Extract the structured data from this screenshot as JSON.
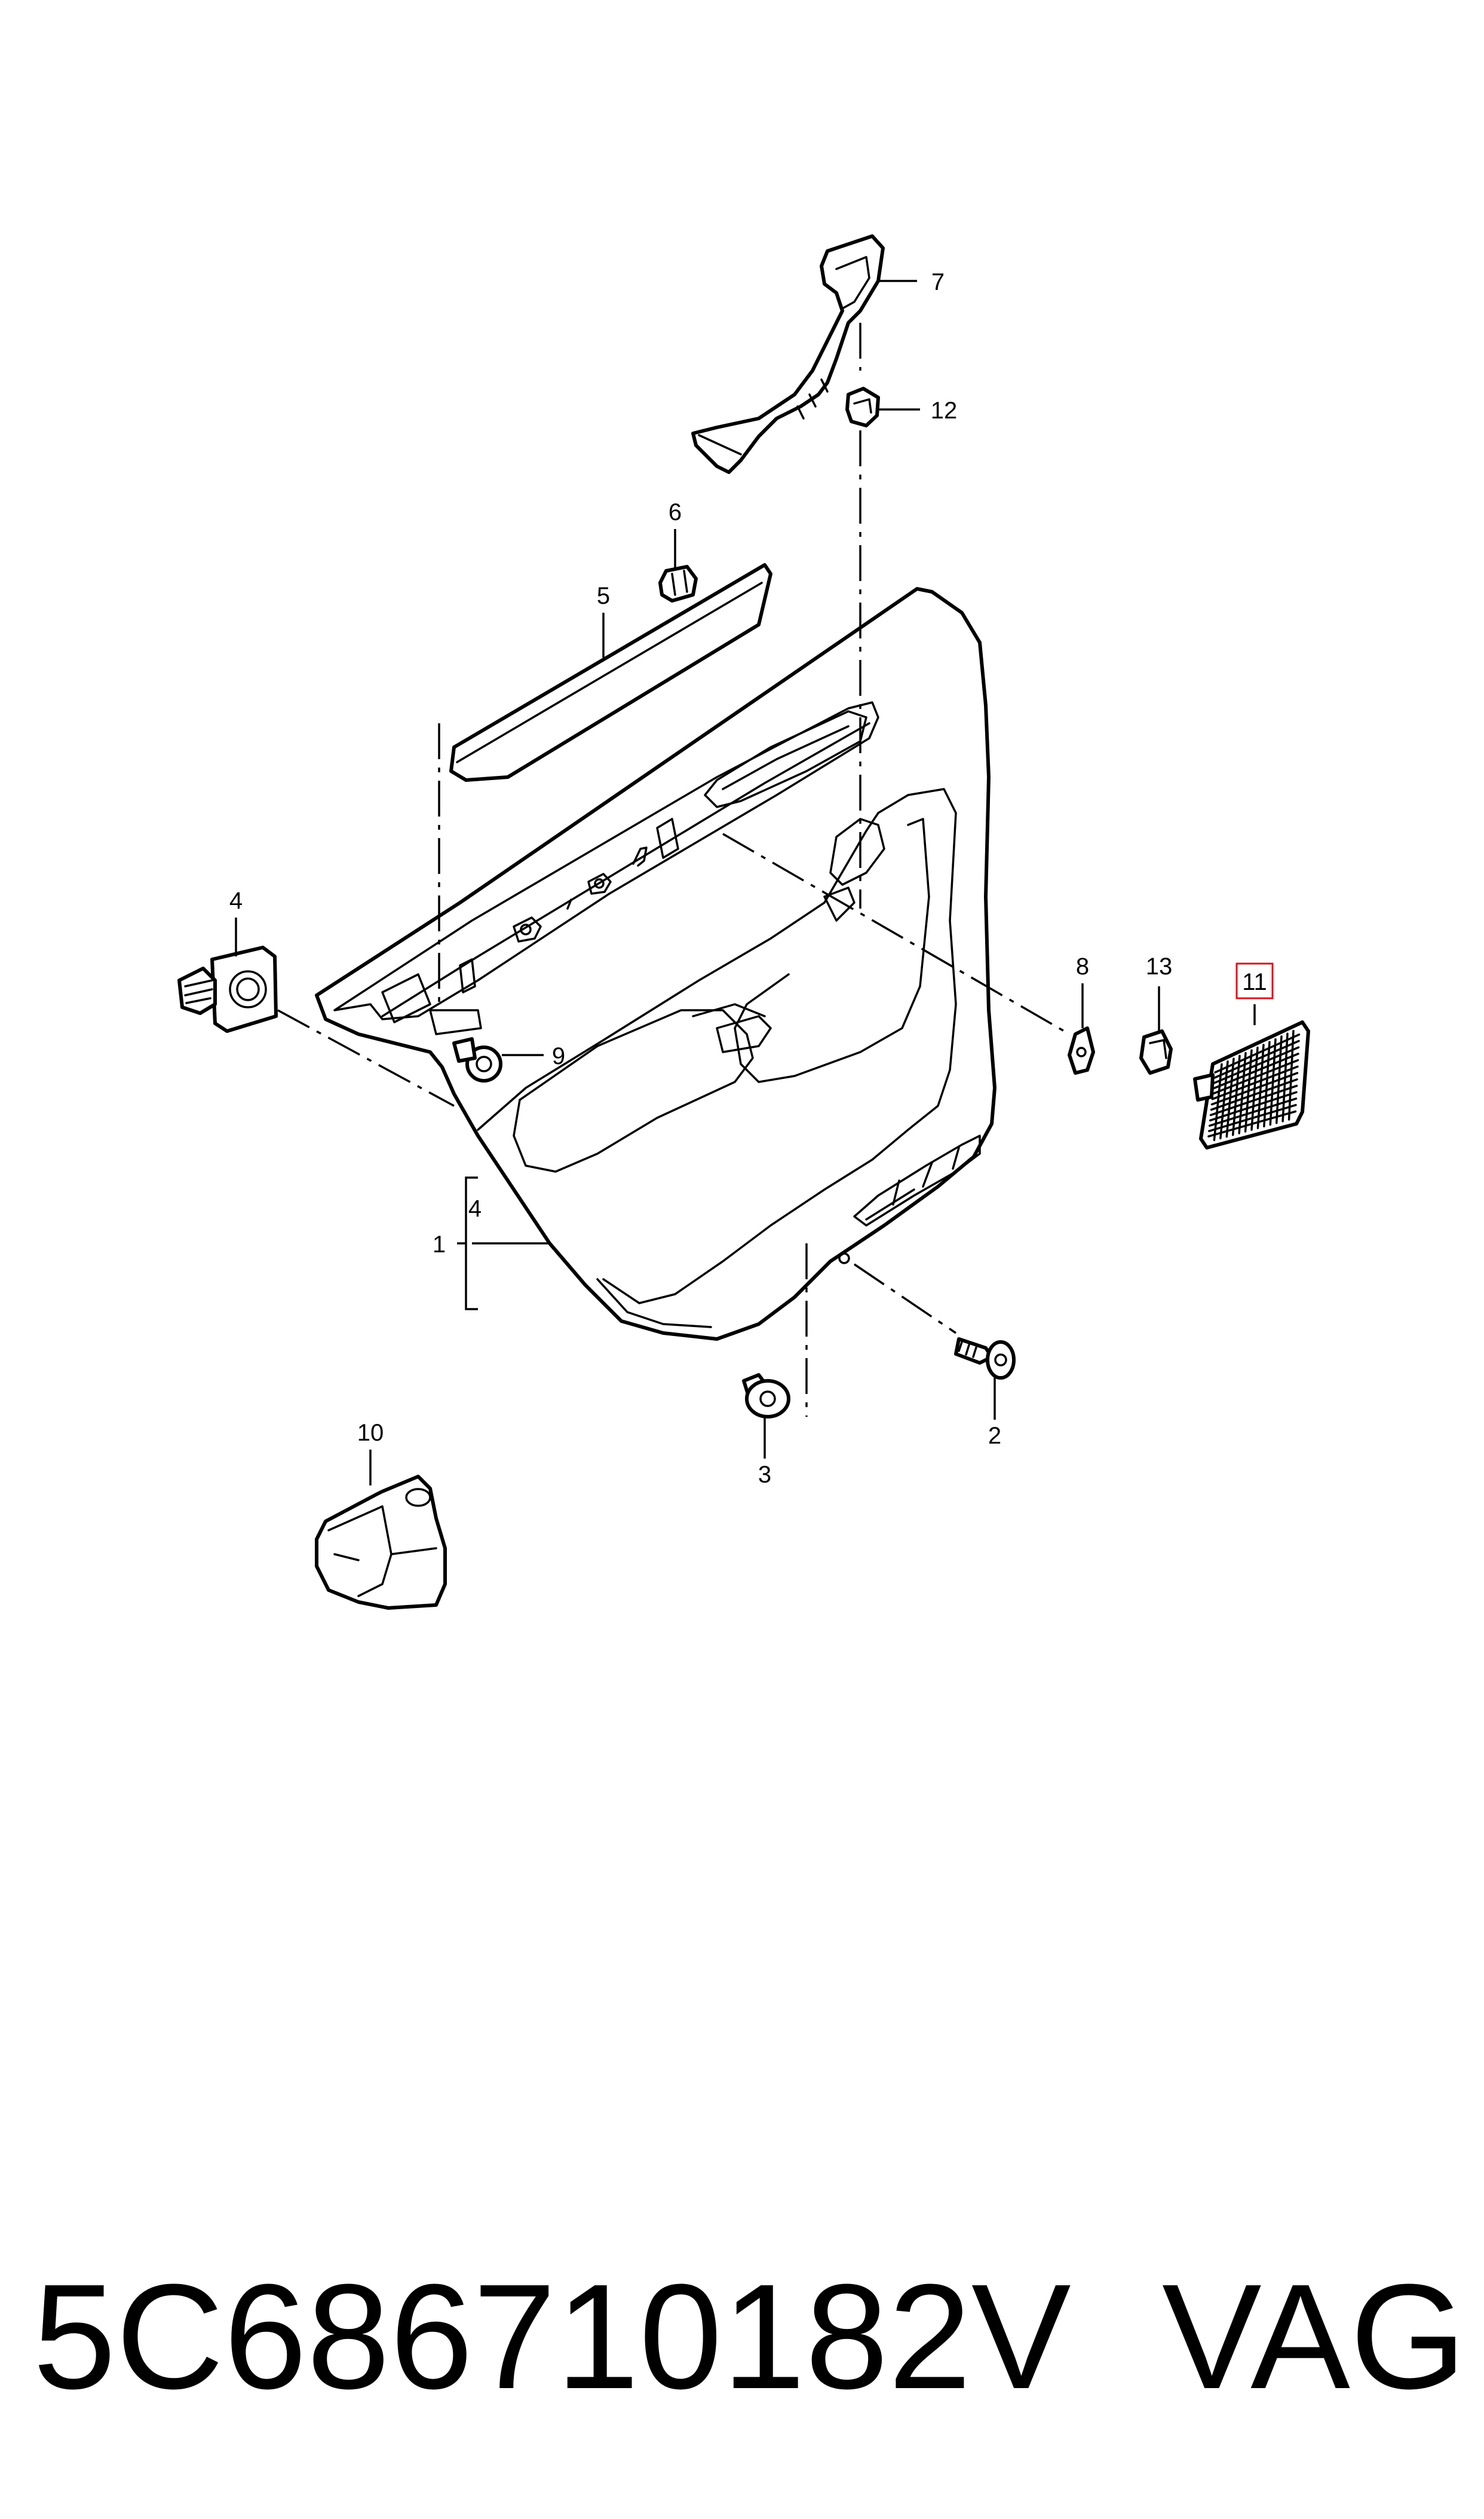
{
  "callouts": {
    "c1": "1",
    "c2": "2",
    "c3": "3",
    "c4_clip": "4",
    "c4_group": "4",
    "c5": "5",
    "c6": "6",
    "c7": "7",
    "c8": "8",
    "c9": "9",
    "c10": "10",
    "c11": "11",
    "c12": "12",
    "c13": "13"
  },
  "highlight_color": "#d9141e",
  "footer": {
    "part_number": "5C686710182V",
    "brand": "VAG"
  }
}
